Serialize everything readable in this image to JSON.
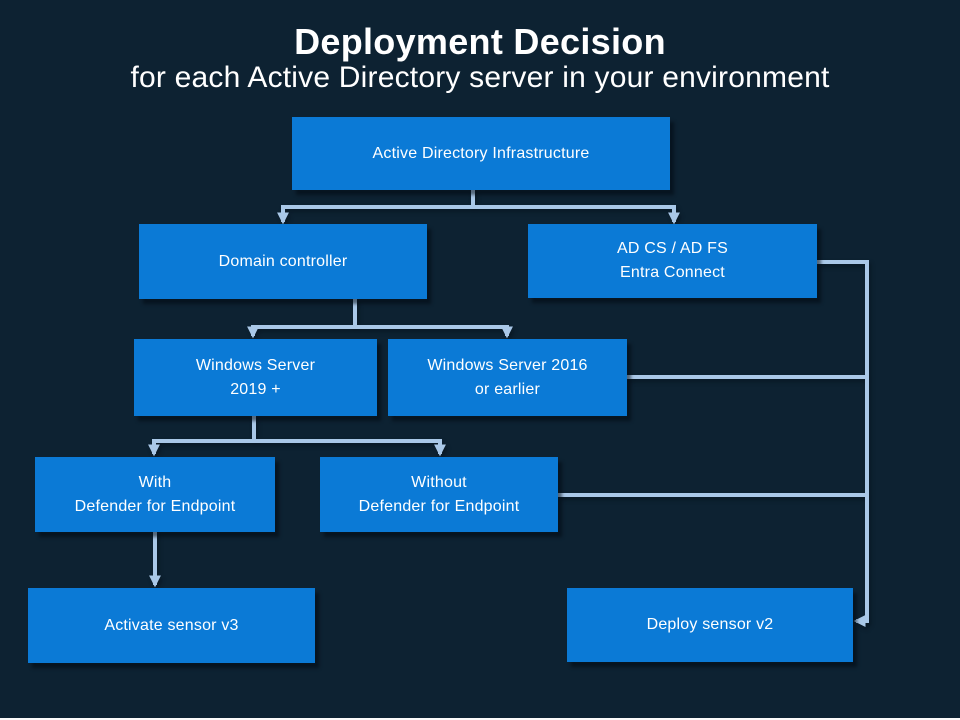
{
  "title": "Deployment Decision",
  "subtitle": "for each Active Directory server in your environment",
  "colors": {
    "background": "#0d2232",
    "node": "#0b7ad6",
    "connector": "#a9c8e8",
    "text": "#ffffff"
  },
  "nodes": {
    "infrastructure": {
      "label": "Active Directory Infrastructure"
    },
    "domain_controller": {
      "label": "Domain controller"
    },
    "adcs_adfs": {
      "line1": "AD CS / AD FS",
      "line2": "Entra Connect"
    },
    "ws2019": {
      "line1": "Windows Server",
      "line2": "2019 +"
    },
    "ws2016": {
      "line1": "Windows Server 2016",
      "line2": "or earlier"
    },
    "with_defender": {
      "line1": "With",
      "line2": "Defender for Endpoint"
    },
    "without_defender": {
      "line1": "Without",
      "line2": "Defender for Endpoint"
    },
    "activate_v3": {
      "label": "Activate sensor v3"
    },
    "deploy_v2": {
      "label": "Deploy sensor v2"
    }
  },
  "edges": [
    {
      "from": "infrastructure",
      "to": "domain_controller"
    },
    {
      "from": "infrastructure",
      "to": "adcs_adfs"
    },
    {
      "from": "domain_controller",
      "to": "ws2019"
    },
    {
      "from": "domain_controller",
      "to": "ws2016"
    },
    {
      "from": "ws2019",
      "to": "with_defender"
    },
    {
      "from": "ws2019",
      "to": "without_defender"
    },
    {
      "from": "with_defender",
      "to": "activate_v3"
    },
    {
      "from": "adcs_adfs",
      "to": "deploy_v2"
    },
    {
      "from": "ws2016",
      "to": "deploy_v2"
    },
    {
      "from": "without_defender",
      "to": "deploy_v2"
    }
  ]
}
